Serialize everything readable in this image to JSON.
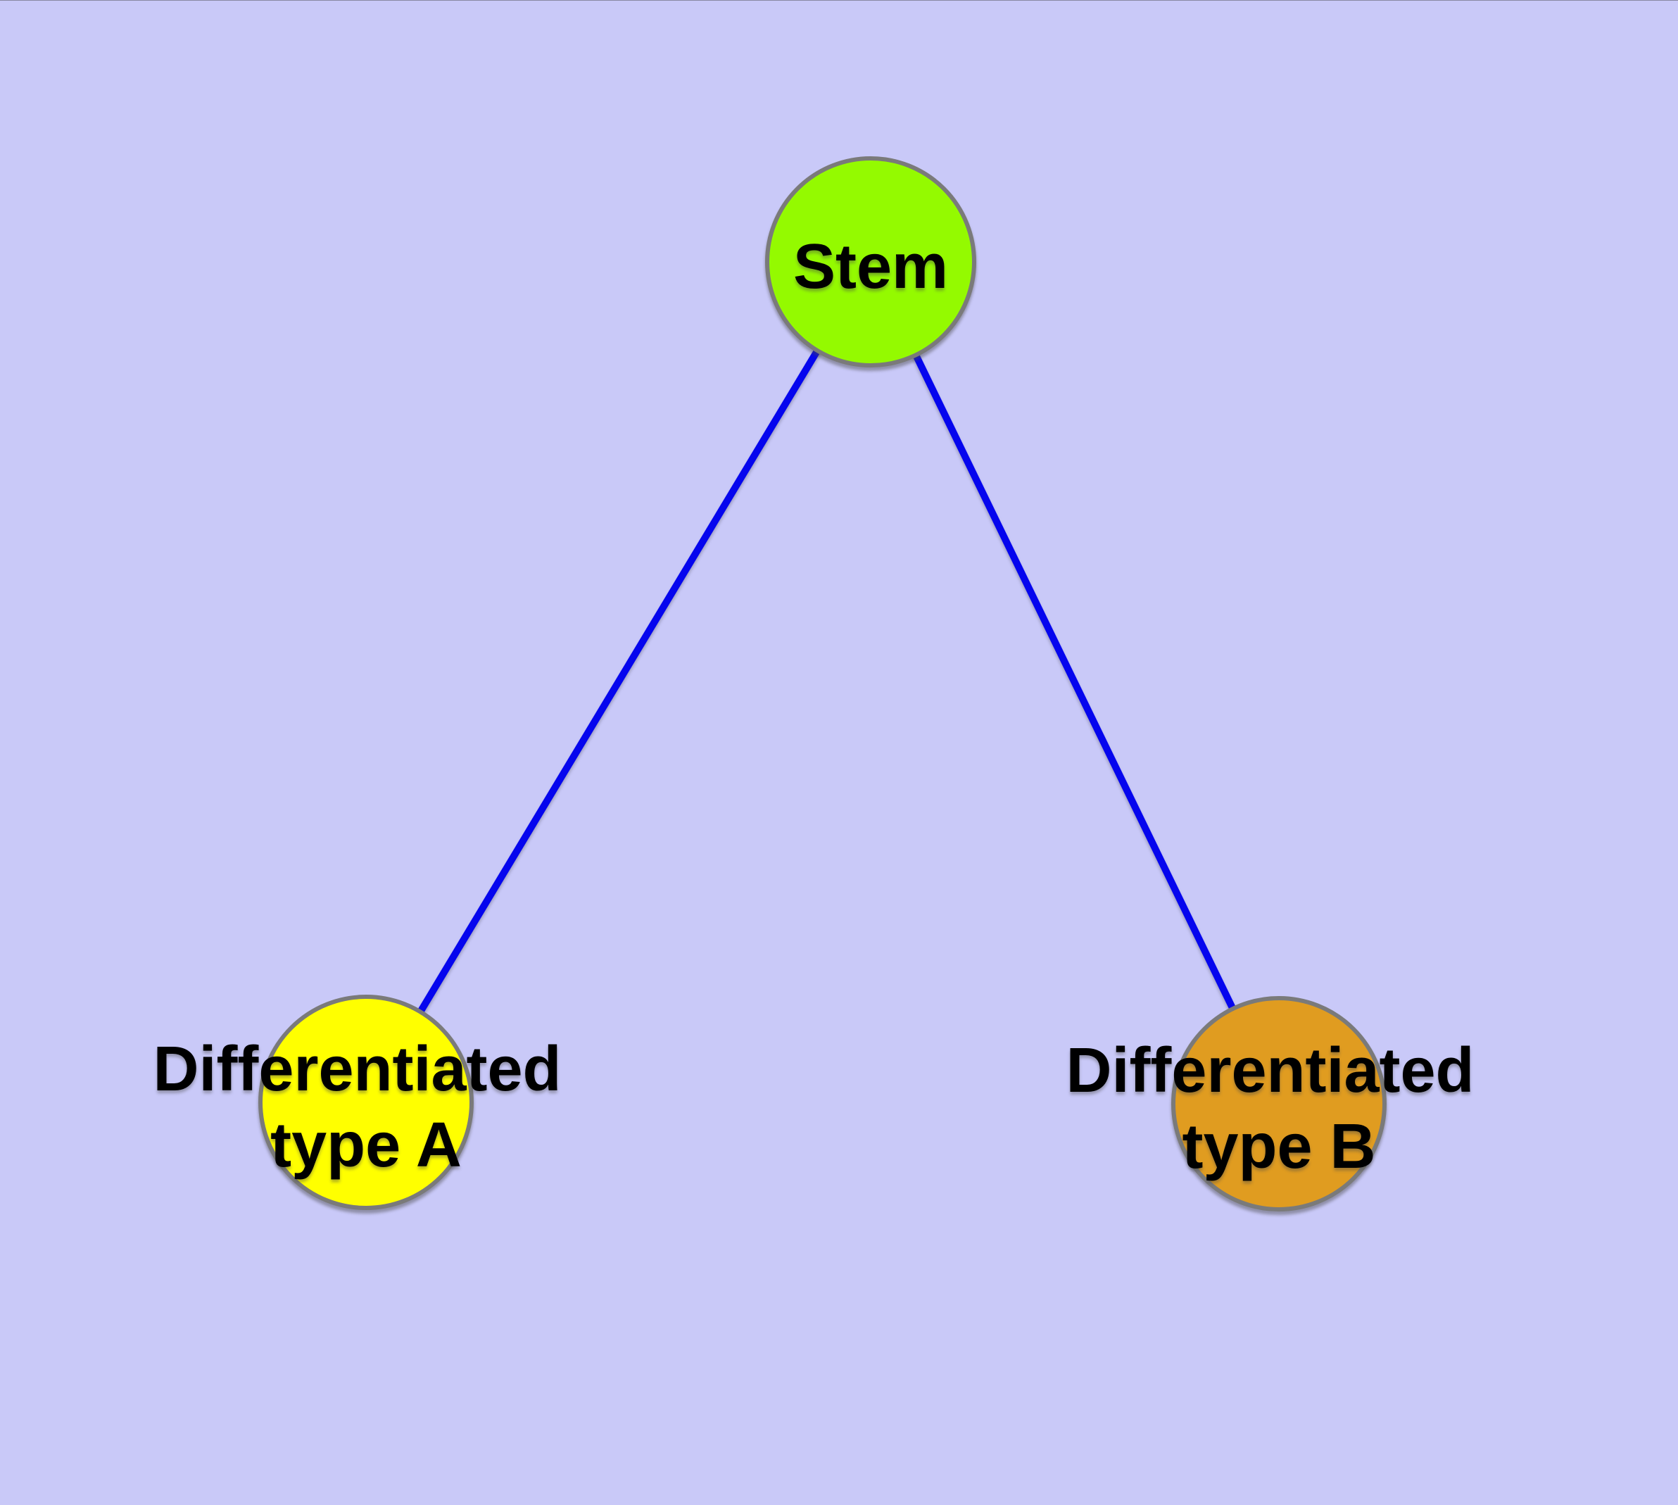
{
  "diagram": {
    "background_color": "#c9c9f8",
    "edge_color": "#0505ee",
    "node_border_color": "#7a7a7a",
    "label_color": "#000000",
    "nodes": {
      "stem": {
        "label": "Stem",
        "fill": "#94fa00"
      },
      "type_a": {
        "label": "Differentiated type A",
        "label_line1": "Differentiated",
        "label_line2": "type A",
        "fill": "#ffff00"
      },
      "type_b": {
        "label": "Differentiated type B",
        "label_line1": "Differentiated",
        "label_line2": "type B",
        "fill": "#e09c20"
      }
    },
    "edges": [
      {
        "from": "Stem",
        "to": "Differentiated type A"
      },
      {
        "from": "Stem",
        "to": "Differentiated type B"
      }
    ]
  }
}
